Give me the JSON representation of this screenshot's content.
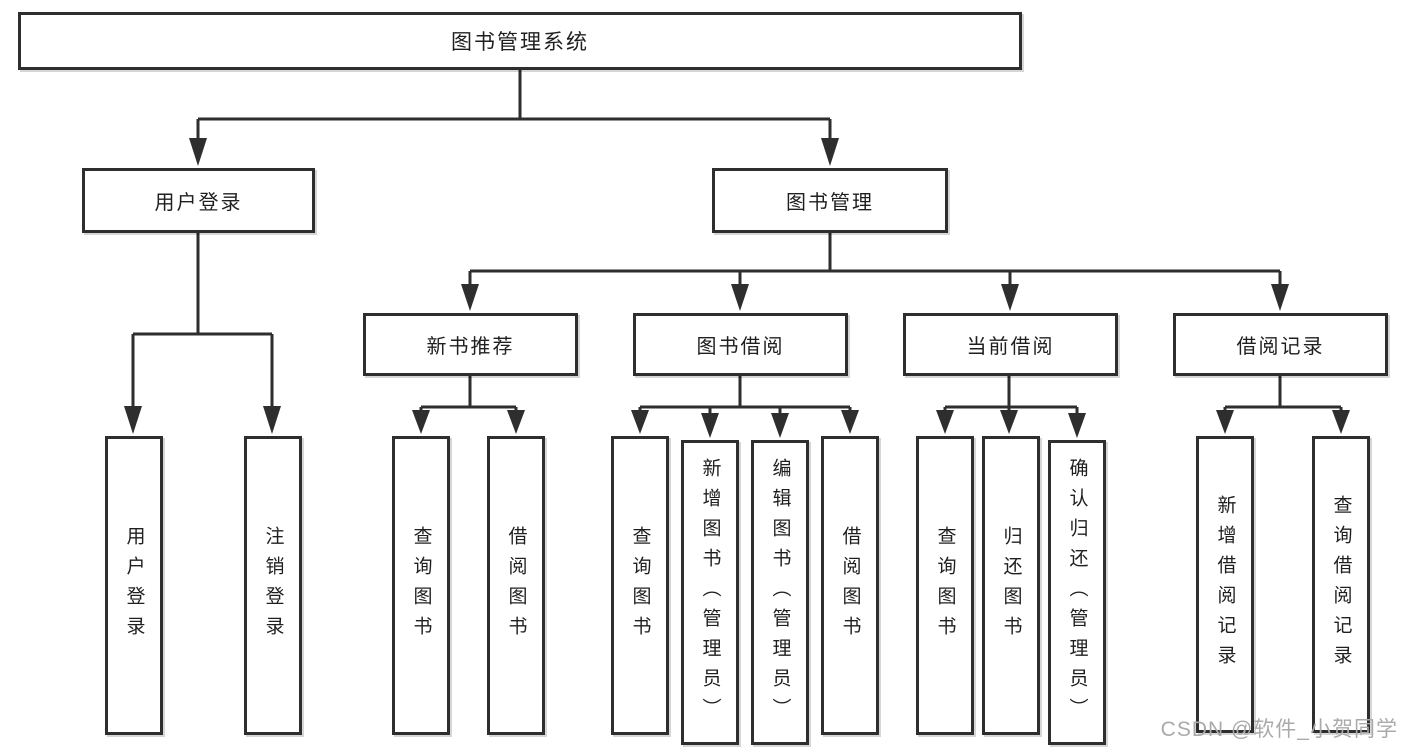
{
  "colors": {
    "line": "#2e2e2e",
    "box_border": "#2e2e2e",
    "text": "#1f1f1f",
    "background": "#ffffff",
    "watermark": "#aaaaaa"
  },
  "diagram": {
    "root": {
      "label": "图书管理系统"
    },
    "branches": [
      {
        "label": "用户登录",
        "leaves": [
          {
            "label": "用户登录"
          },
          {
            "label": "注销登录"
          }
        ]
      },
      {
        "label": "图书管理",
        "groups": [
          {
            "label": "新书推荐",
            "leaves": [
              {
                "label": "查询图书"
              },
              {
                "label": "借阅图书"
              }
            ]
          },
          {
            "label": "图书借阅",
            "leaves": [
              {
                "label": "查询图书"
              },
              {
                "label": "新增图书（管理员）"
              },
              {
                "label": "编辑图书（管理员）"
              },
              {
                "label": "借阅图书"
              }
            ]
          },
          {
            "label": "当前借阅",
            "leaves": [
              {
                "label": "查询图书"
              },
              {
                "label": "归还图书"
              },
              {
                "label": "确认归还（管理员）"
              }
            ]
          },
          {
            "label": "借阅记录",
            "leaves": [
              {
                "label": "新增借阅记录"
              },
              {
                "label": "查询借阅记录"
              }
            ]
          }
        ]
      }
    ]
  },
  "watermark": {
    "text": "CSDN @软件_小贺同学"
  }
}
